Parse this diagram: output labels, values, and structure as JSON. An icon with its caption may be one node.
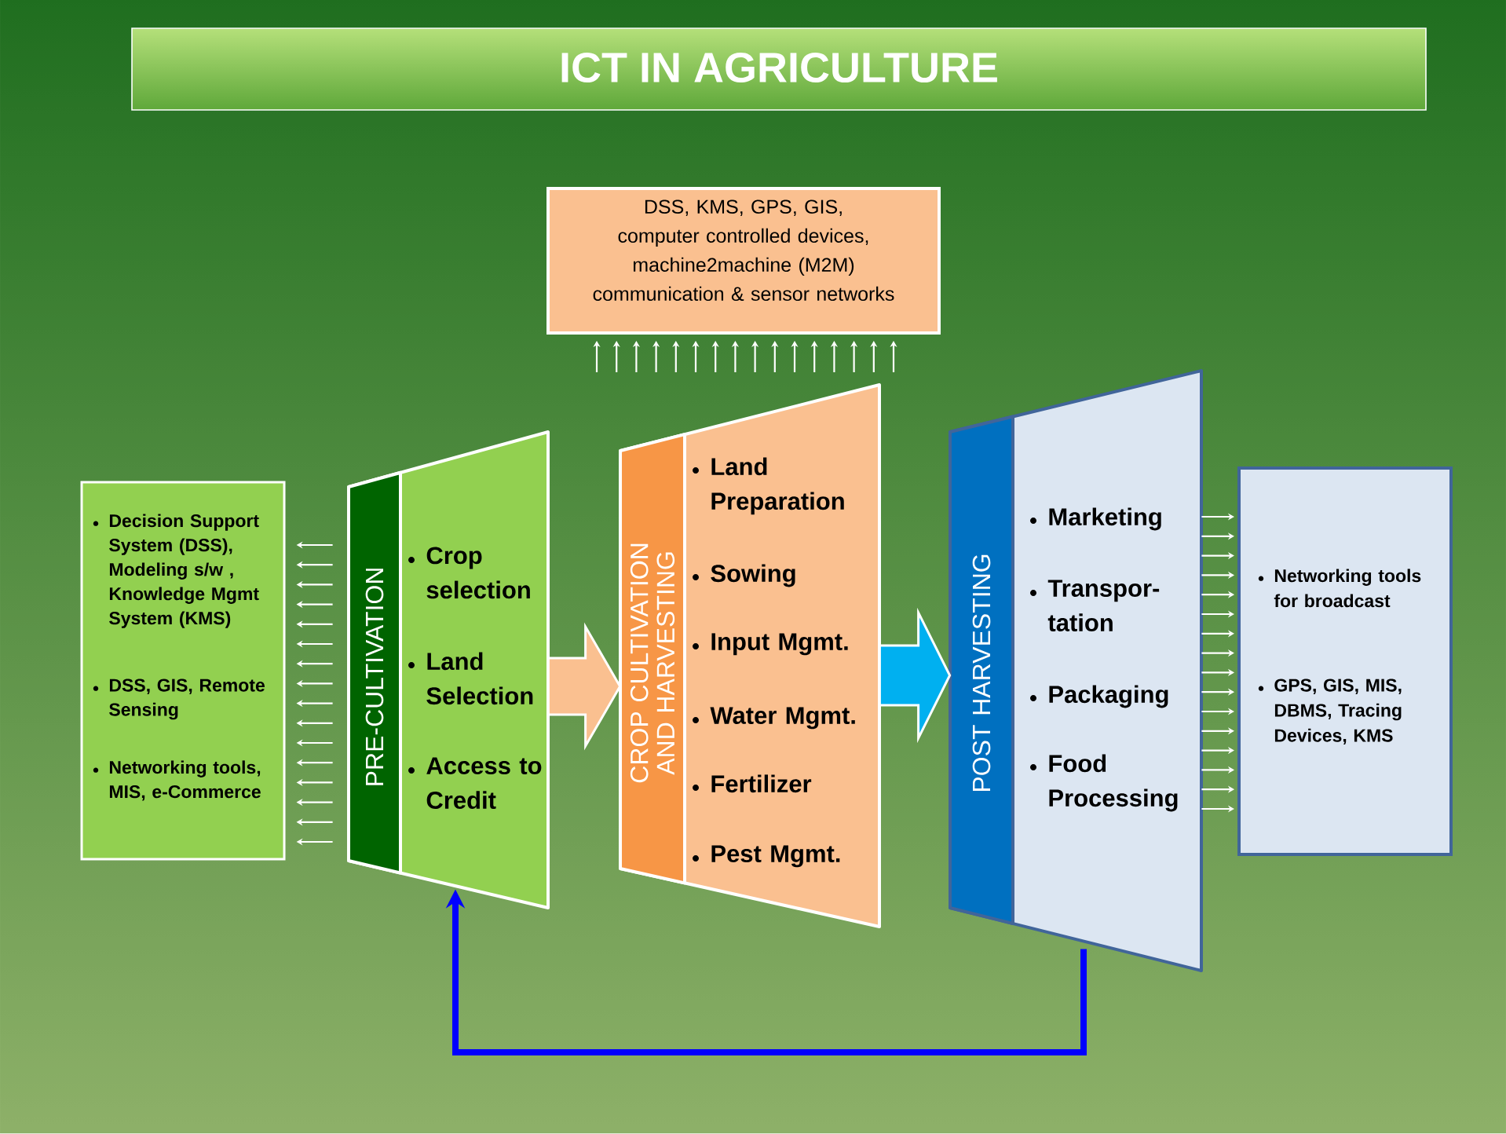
{
  "diagram": {
    "title": "ICT IN AGRICULTURE",
    "nodes": [
      {
        "text": [
          "Decision Support System (DSS), Modeling s/w , Knowledge Mgmt System (KMS)",
          "DSS, GIS, Remote Sensing",
          "Networking tools, MIS, e-Commerce"
        ]
      },
      {
        "text": [
          "PRE-CULTIVATION",
          "Crop selection",
          "Land Selection",
          "Access to Credit"
        ]
      },
      {
        "text": [
          "CROP CULTIVATION AND HARVESTING",
          "Land Preparation",
          "Sowing",
          "Input Mgmt.",
          "Water Mgmt.",
          "Fertilizer",
          "Pest Mgmt."
        ]
      },
      {
        "text": [
          "DSS, KMS, GPS, GIS, computer controlled devices, machine2machine (M2M) communication & sensor networks"
        ]
      },
      {
        "text": [
          "POST HARVESTING",
          "Marketing",
          "Transpor- tation",
          "Packaging",
          "Food Processing"
        ]
      },
      {
        "text": [
          "Networking tools for broadcast",
          "GPS, GIS, MIS, DBMS, Tracing Devices, KMS"
        ]
      }
    ],
    "edges": [
      {
        "from": 1,
        "to": 0,
        "arrow": "to"
      },
      {
        "from": 1,
        "to": 2,
        "arrow": "to",
        "style": "thick",
        "color": "#fac090"
      },
      {
        "from": null,
        "to": 3,
        "arrow": "to"
      },
      {
        "from": 2,
        "to": 4,
        "arrow": "to",
        "style": "thick",
        "color": "#00b0f0"
      },
      {
        "from": 4,
        "to": 5,
        "arrow": "to"
      },
      {
        "from": 4,
        "to": 1,
        "arrow": "to",
        "style": "thick",
        "color": "#0000ff"
      }
    ]
  }
}
